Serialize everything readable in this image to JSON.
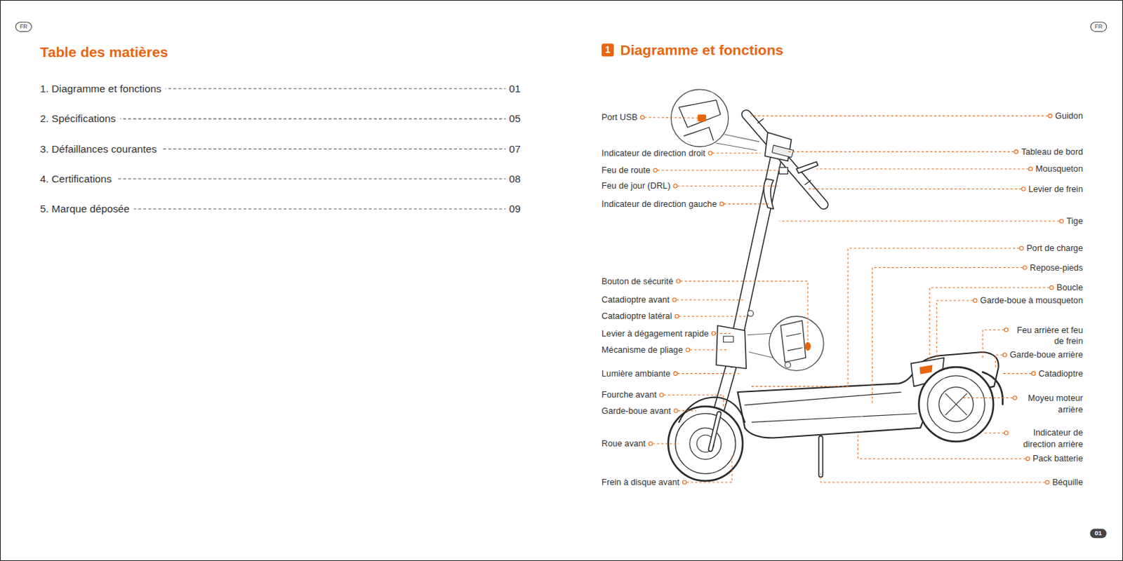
{
  "diagram": {
    "title": "Diagramme et fonctions",
    "labels": [
      "FR",
      "Table des matières",
      "1. Diagramme et fonctions",
      "01",
      "2. Spécifications",
      "05",
      "3. Défaillances courantes",
      "07",
      "4. Certifications",
      "08",
      "5. Marque déposée",
      "09",
      "FR",
      "1",
      "Port USB",
      "Indicateur de direction droit",
      "Feu de route",
      "Feu de jour (DRL)",
      "Indicateur de direction gauche",
      "Bouton de sécurité",
      "Catadioptre avant",
      "Catadioptre latéral",
      "Levier à dégagement rapide",
      "Mécanisme de pliage",
      "Lumière ambiante",
      "Fourche avant",
      "Garde-boue avant",
      "Roue avant",
      "Frein à disque avant",
      "Guidon",
      "Tableau de bord",
      "Mousqueton",
      "Levier de frein",
      "Tige",
      "Port de charge",
      "Repose-pieds",
      "Boucle",
      "Garde-boue à mousqueton",
      "Feu arrière et feu de frein",
      "Garde-boue arrière",
      "Catadioptre",
      "Moyeu moteur arrière",
      "Indicateur de direction arrière",
      "Pack batterie",
      "Béquille",
      "01"
    ]
  }
}
